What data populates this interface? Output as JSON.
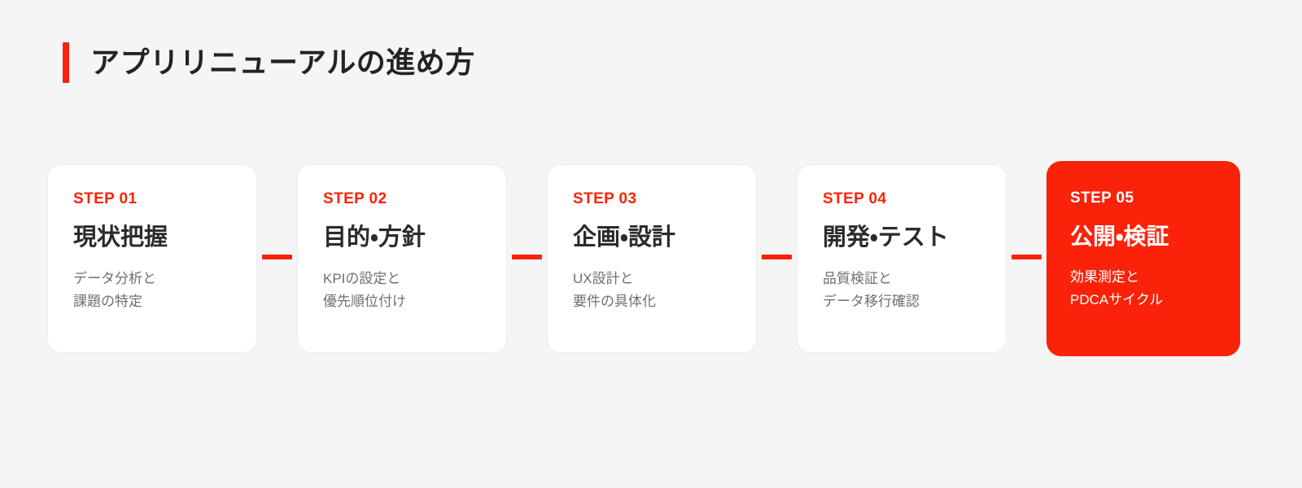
{
  "page": {
    "background_color": "#f5f5f5",
    "accent_color": "#fa2209",
    "title_color": "#232323",
    "step_title_color": "#2b2b2b",
    "step_desc_color": "#6f6f6f"
  },
  "heading": {
    "title": "アプリリニューアルの進め方"
  },
  "steps": [
    {
      "label": "STEP 01",
      "title": "現状把握",
      "desc": "データ分析と\n課題の特定",
      "active": false
    },
    {
      "label": "STEP 02",
      "title": "目的・方針",
      "desc": "KPIの設定と\n優先順位付け",
      "active": false
    },
    {
      "label": "STEP 03",
      "title": "企画・設計",
      "desc": "UX設計と\n要件の具体化",
      "active": false
    },
    {
      "label": "STEP 04",
      "title": "開発・テスト",
      "desc": "品質検証と\nデータ移行確認",
      "active": false
    },
    {
      "label": "STEP 05",
      "title": "公開・検証",
      "desc": "効果測定と\nPDCAサイクル",
      "active": true
    }
  ],
  "connectors": [
    {
      "name": "connector-1-2"
    },
    {
      "name": "connector-2-3"
    },
    {
      "name": "connector-3-4"
    },
    {
      "name": "connector-4-5"
    }
  ]
}
